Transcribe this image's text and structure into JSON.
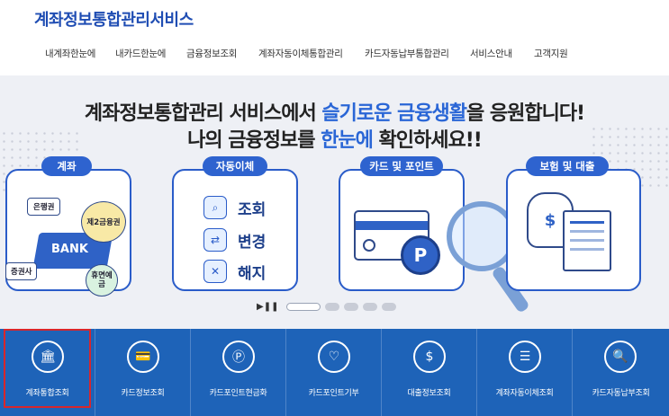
{
  "site": {
    "title": "계좌정보통합관리서비스"
  },
  "nav": [
    "내계좌한눈에",
    "내카드한눈에",
    "금융정보조회",
    "계좌자동이체통합관리",
    "카드자동납부통합관리",
    "서비스안내",
    "고객지원"
  ],
  "hero": {
    "line1": {
      "pre": "계좌정보통합관리 서비스에서 ",
      "highlight": "슬기로운 금융생활",
      "post": "을 응원합니다!"
    },
    "line2": {
      "pre": "나의 금융정보를 ",
      "highlight": "한눈에",
      "post": " 확인하세요!!"
    },
    "cards": [
      {
        "label": "계좌",
        "bank_text": "BANK",
        "bubbles": [
          "은행권",
          "제2금융권",
          "증권사",
          "휴면예금"
        ]
      },
      {
        "label": "자동이체",
        "actions": [
          "조회",
          "변경",
          "해지"
        ]
      },
      {
        "label": "카드 및 포인트",
        "coin": "P"
      },
      {
        "label": "보험 및 대출",
        "coin": "$"
      }
    ],
    "pager": {
      "pause": "▶❚❚",
      "pages": 5,
      "active": 0
    }
  },
  "quick_menu": [
    {
      "label": "계좌통합조회",
      "icon": "bank-icon",
      "glyph": "🏛"
    },
    {
      "label": "카드정보조회",
      "icon": "card-icon",
      "glyph": "💳"
    },
    {
      "label": "카드포인트현금화",
      "icon": "card-point-icon",
      "glyph": "Ⓟ"
    },
    {
      "label": "카드포인트기부",
      "icon": "donate-icon",
      "glyph": "♡"
    },
    {
      "label": "대출정보조회",
      "icon": "loan-doc-icon",
      "glyph": "$"
    },
    {
      "label": "계좌자동이체조회",
      "icon": "auto-transfer-icon",
      "glyph": "☰"
    },
    {
      "label": "카드자동납부조회",
      "icon": "card-autopay-icon",
      "glyph": "🔍"
    }
  ],
  "colors": {
    "brand": "#1f4db3",
    "accent": "#2a66d6",
    "quick_bg": "#1e63b8",
    "selected": "#d9262b"
  }
}
